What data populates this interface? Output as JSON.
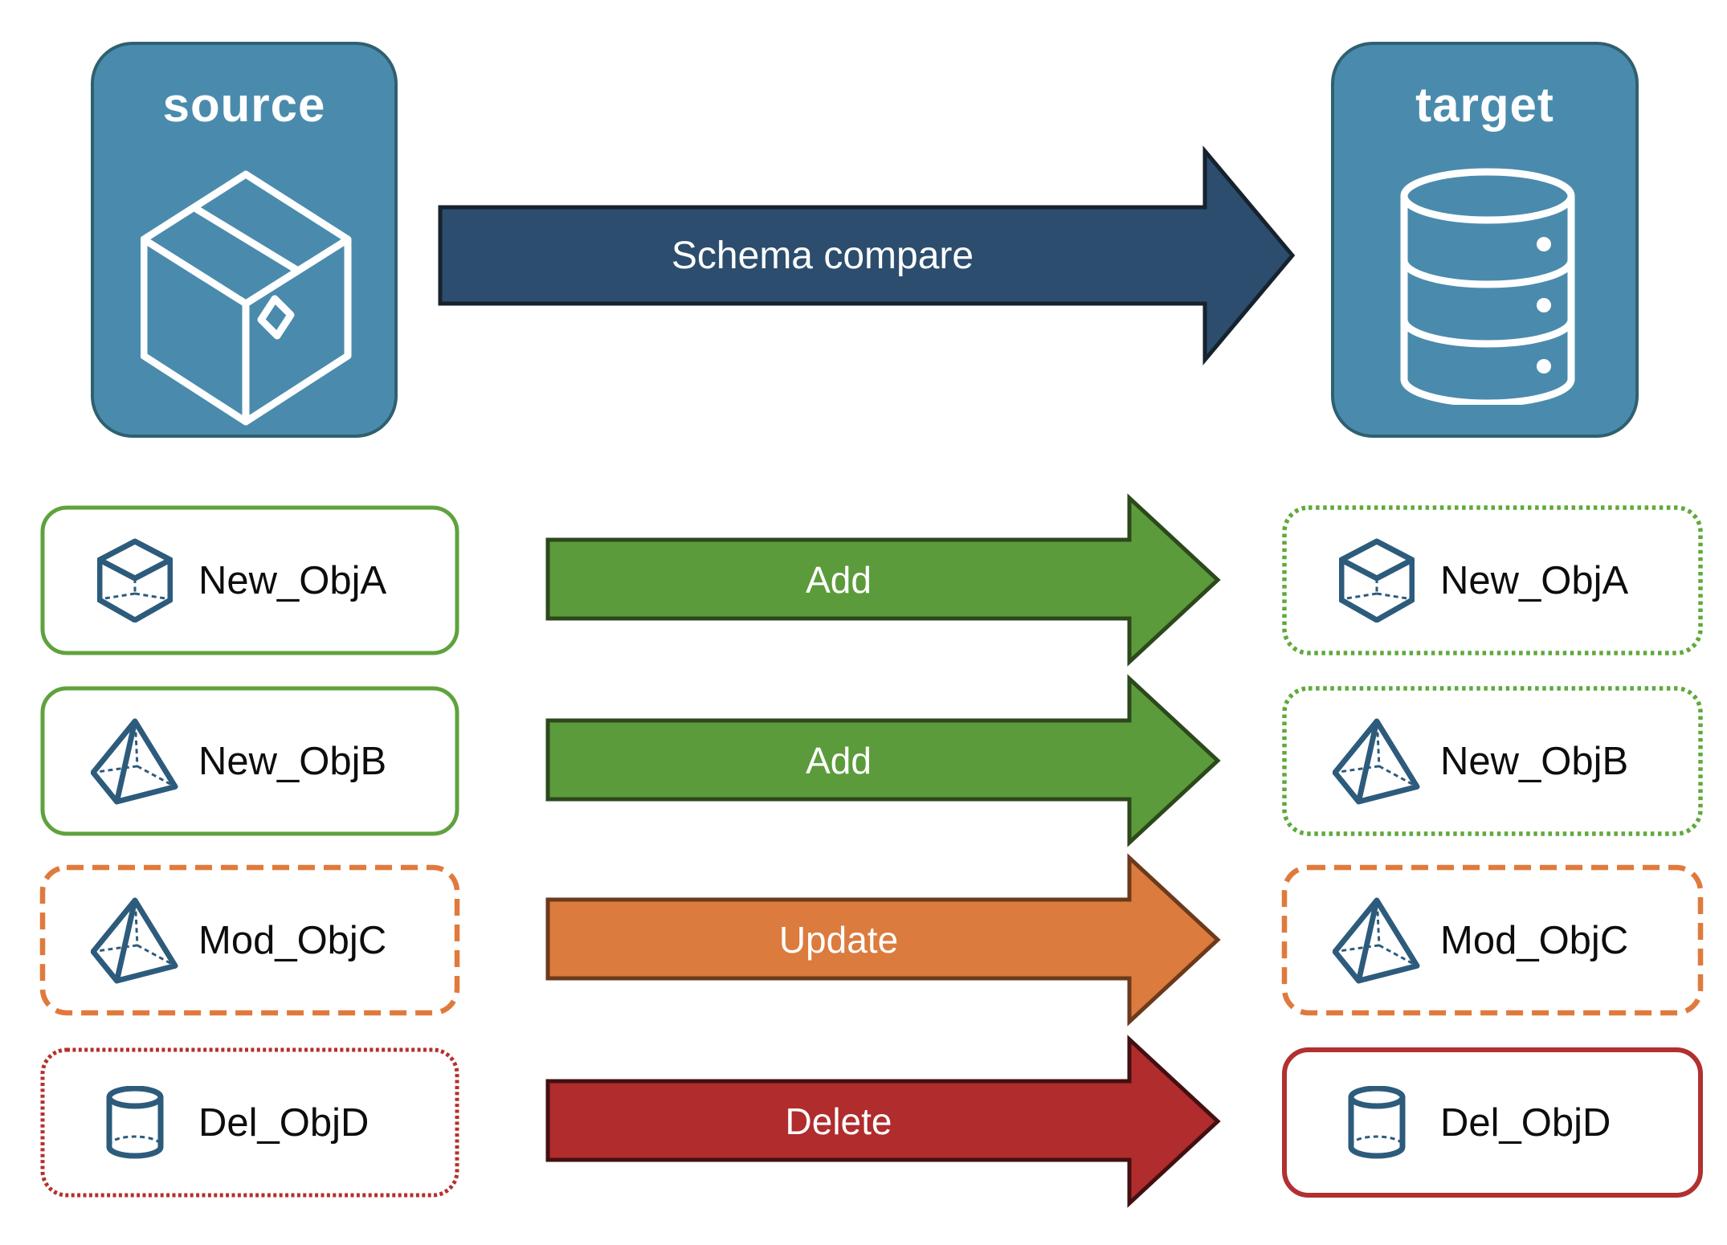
{
  "endpoints": {
    "source": {
      "label": "source",
      "icon": "package-box-icon"
    },
    "target": {
      "label": "target",
      "icon": "database-icon"
    }
  },
  "compare": {
    "arrow_label": "Schema compare"
  },
  "rows": [
    {
      "object": "New_ObjA",
      "action": "Add",
      "icon": "cube-icon",
      "source_border": "solid-green",
      "target_border": "dotted-green"
    },
    {
      "object": "New_ObjB",
      "action": "Add",
      "icon": "pyramid-icon",
      "source_border": "solid-green",
      "target_border": "dotted-green"
    },
    {
      "object": "Mod_ObjC",
      "action": "Update",
      "icon": "pyramid-icon",
      "source_border": "dashed-orange",
      "target_border": "dashed-orange"
    },
    {
      "object": "Del_ObjD",
      "action": "Delete",
      "icon": "cylinder-icon",
      "source_border": "dotted-red",
      "target_border": "solid-red"
    }
  ],
  "colors": {
    "endpoint_fill": "#4A8BAD",
    "endpoint_border": "#2F6070",
    "compare_arrow": "#2C4D6D",
    "add_arrow": "#5C9B3B",
    "update_arrow": "#DB7B3D",
    "delete_arrow": "#B02C2D",
    "green_border": "#5FA23D",
    "orange_border": "#E07A3C",
    "red_border": "#B23030",
    "object_icon_stroke": "#2D5B7C"
  }
}
